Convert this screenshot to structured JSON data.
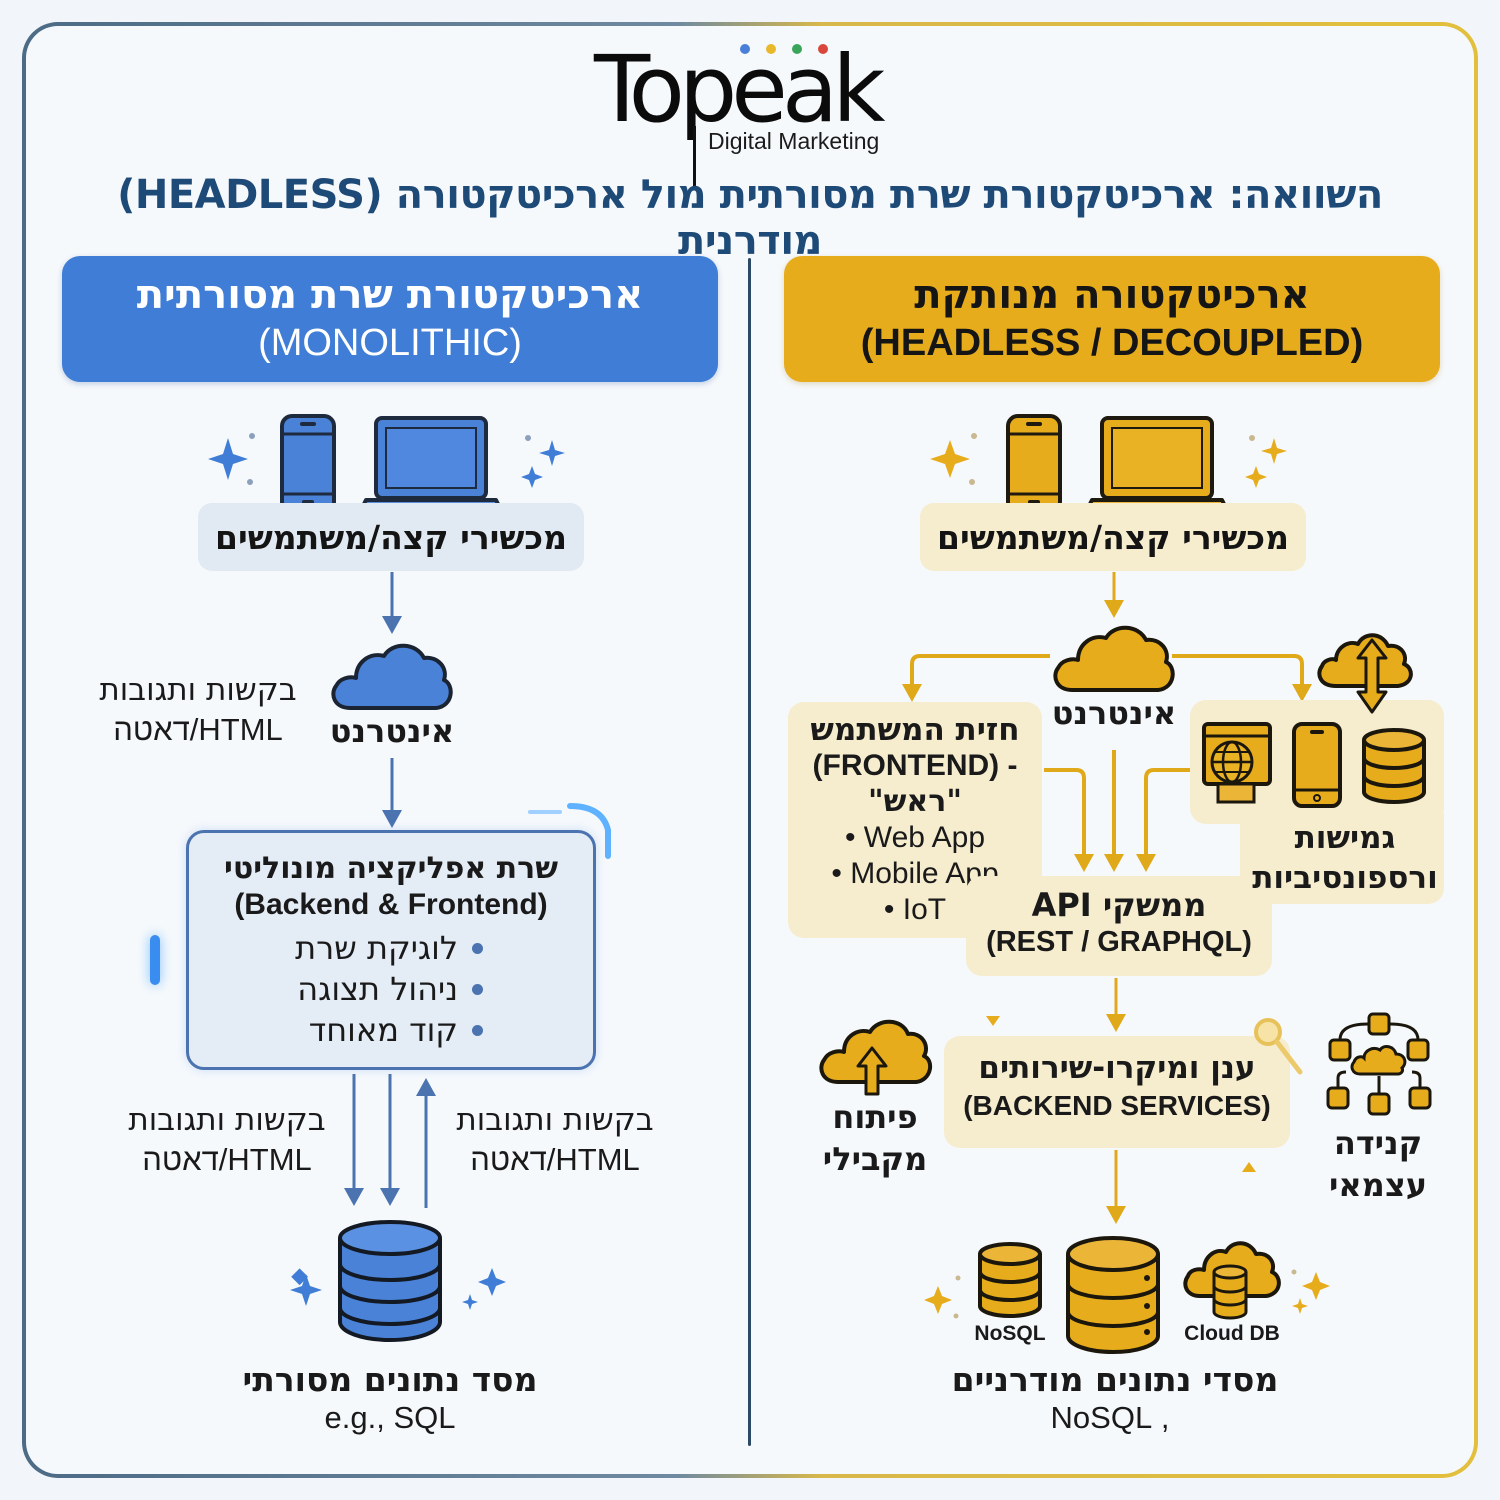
{
  "logo": {
    "wordmark": "Topeak",
    "subtitle": "Digital Marketing",
    "dot_colors": [
      "#4a7fd9",
      "#e9b92c",
      "#3aa55a",
      "#d9463b"
    ]
  },
  "title": "השוואה: ארכיטקטורת שרת מסורתית מול ארכיטקטורה (HEADLESS) מודרנית",
  "colors": {
    "traditional_accent": "#3f7dd6",
    "headless_accent": "#e7ac1c",
    "title_color": "#1e4a78",
    "divider": "#2c4a66"
  },
  "traditional": {
    "header_line1": "ארכיטקטורת שרת מסורתית",
    "header_line2": "(MONOLITHIC)",
    "devices_label": "מכשירי קצה/משתמשים",
    "internet_label": "אינטרנט",
    "internet_side_note_line1": "בקשות ותגובות",
    "internet_side_note_line2": "HTML/דאטה",
    "server": {
      "title": "שרת אפליקציה מונוליטי",
      "subtitle": "(Backend & Frontend)",
      "items": [
        "לוגיקת שרת",
        "ניהול תצוגה",
        "קוד מאוחד"
      ]
    },
    "db_note_left_line1": "בקשות ותגובות",
    "db_note_left_line2": "HTML/דאטה",
    "db_note_right_line1": "בקשות ותגובות",
    "db_note_right_line2": "HTML/דאטה",
    "database_label": "מסד נתונים מסורתי",
    "database_example": "e.g., SQL"
  },
  "headless": {
    "header_line1": "ארכיטקטורה מנותקת",
    "header_line2": "(HEADLESS / DECOUPLED)",
    "devices_label": "מכשירי קצה/משתמשים",
    "internet_label": "אינטרנט",
    "frontend": {
      "title": "חזית המשתמש",
      "subtitle": "- (FRONTEND)",
      "head_label": "\"ראש\"",
      "items": [
        "• Web App",
        "• Mobile App",
        "• IoT"
      ]
    },
    "flexibility": {
      "line1": "גמישות",
      "line2": "ורספונסיביות"
    },
    "api": {
      "title": "ממשקי API",
      "subtitle": "(REST / GRAPHQL)"
    },
    "backend": {
      "title": "ענן ומיקרו-שירותים",
      "subtitle": "(BACKEND SERVICES)"
    },
    "parallel_dev": {
      "line1": "פיתוח",
      "line2": "מקבילי"
    },
    "scalability": {
      "line1": "קנידה",
      "line2": "עצמאי"
    },
    "db_small_left": "NoSQL",
    "db_small_right": "Cloud DB",
    "database_label": "מסדי נתונים מודרניים",
    "database_example": ", NoSQL"
  }
}
